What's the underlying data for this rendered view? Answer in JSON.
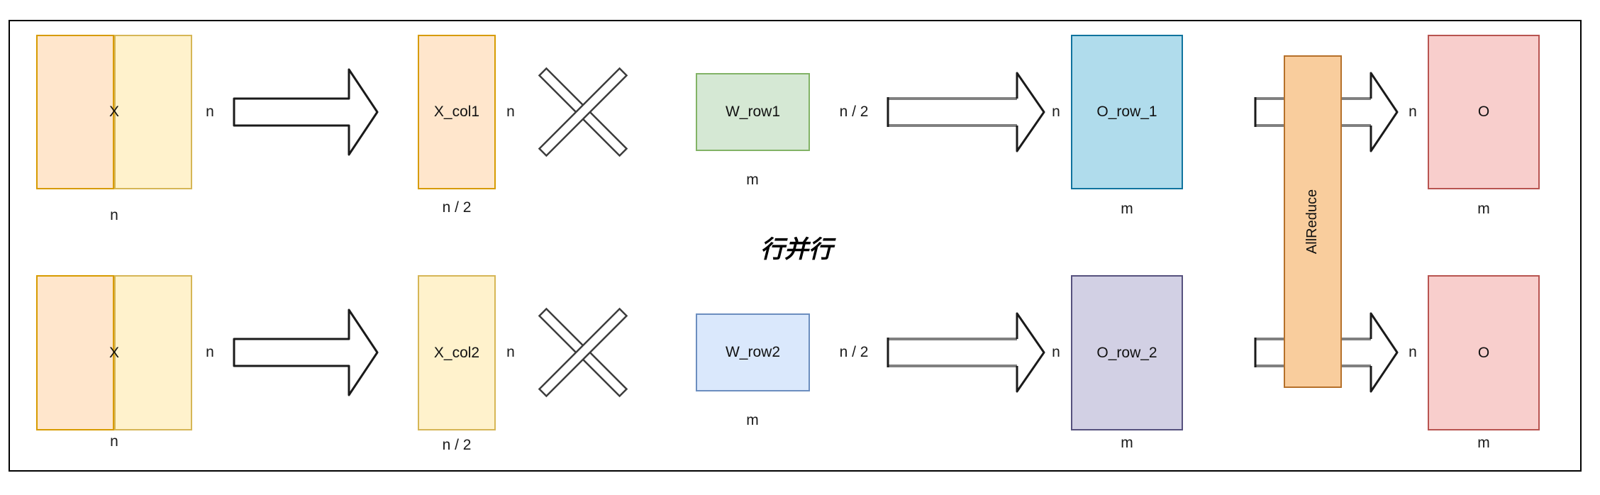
{
  "title": "行并行",
  "allreduce": {
    "label": "AllReduce"
  },
  "icons": {
    "arrow": "right-block-arrow",
    "multiply": "multiply-cross",
    "passthrough": "arrow-through-allreduce"
  },
  "colors": {
    "x_left_fill": "#ffe6cc",
    "x_left_border": "#d79b00",
    "x_right_fill": "#fff2cc",
    "x_right_border": "#d6b656",
    "w_row1_fill": "#d5e8d4",
    "w_row1_border": "#82b366",
    "w_row2_fill": "#dae8fc",
    "w_row2_border": "#6c8ebf",
    "o_row1_fill": "#b0dcec",
    "o_row1_border": "#10739e",
    "o_row2_fill": "#d2d0e4",
    "o_row2_border": "#56517e",
    "o_fill": "#f8cecc",
    "o_border": "#b85450",
    "allreduce_fill": "#f9cd9d",
    "allreduce_border": "#b5702a",
    "frame_border": "#000000"
  },
  "row1": {
    "x_label": "X",
    "x_dim_right": "n",
    "x_dim_bottom": "n",
    "xcol_label": "X_col1",
    "xcol_dim_right": "n",
    "xcol_dim_bottom": "n / 2",
    "w_label": "W_row1",
    "w_dim_right": "n / 2",
    "w_dim_bottom": "m",
    "n_before_o_row": "n",
    "o_row_label": "O_row_1",
    "o_row_dim_bottom": "m",
    "n_before_o": "n",
    "o_label": "O",
    "o_dim_bottom": "m"
  },
  "row2": {
    "x_label": "X",
    "x_dim_right": "n",
    "x_dim_bottom": "n",
    "xcol_label": "X_col2",
    "xcol_dim_right": "n",
    "xcol_dim_bottom": "n / 2",
    "w_label": "W_row2",
    "w_dim_right": "n / 2",
    "w_dim_bottom": "m",
    "n_before_o_row": "n",
    "o_row_label": "O_row_2",
    "o_row_dim_bottom": "m",
    "n_before_o": "n",
    "o_label": "O",
    "o_dim_bottom": "m"
  }
}
